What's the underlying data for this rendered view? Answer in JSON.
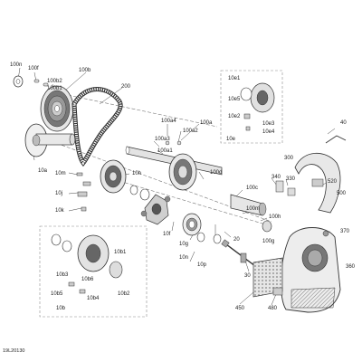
{
  "drawing_id": "19L20130",
  "callouts": {
    "c100n": "100n",
    "c100f": "100f",
    "c100b": "100b",
    "c100b2": "100b2",
    "c100b1": "100b1",
    "c200": "200",
    "c10a": "10a",
    "c100a4": "100a4",
    "c100a": "100a",
    "c100a3": "100a3",
    "c100a2": "100a2",
    "c100a1": "100a1",
    "c10e1": "10e1",
    "c10e5": "10e5",
    "c10e2": "10e2",
    "c10e3": "10e3",
    "c10e4": "10e4",
    "c10e": "10e",
    "c40": "40",
    "c300": "300",
    "c340": "340",
    "c330": "330",
    "c520": "520",
    "c500": "500",
    "c10m": "10m",
    "c10h": "10h",
    "c10j": "10j",
    "c10k": "10k",
    "c100d": "100d",
    "c100c": "100c",
    "c100m": "100m",
    "c100h": "100h",
    "c10f": "10f",
    "c10g": "10g",
    "c100g": "100g",
    "c10n": "10n",
    "c20": "20",
    "c10p": "10p",
    "c30": "30",
    "c370": "370",
    "c10b1": "10b1",
    "c10b3": "10b3",
    "c10b6": "10b6",
    "c10b2": "10b2",
    "c10b5": "10b5",
    "c10b4": "10b4",
    "c10b": "10b",
    "c360": "360",
    "c450": "450",
    "c480": "480"
  },
  "colors": {
    "line": "#333333",
    "part_fill": "#d9d9d9",
    "dark_fill": "#555555",
    "frame": "#8a8a8a"
  }
}
